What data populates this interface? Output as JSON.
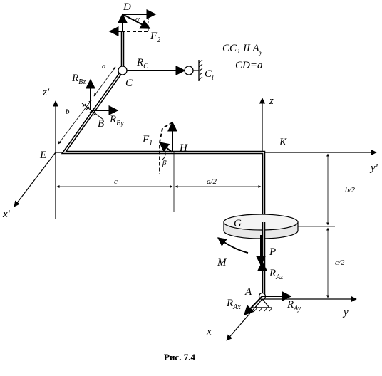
{
  "figure": {
    "caption": "Рис. 7.4",
    "condition_1": "CC₁ II A",
    "condition_1_sub": "y",
    "condition_2": "CD=a"
  },
  "points": {
    "A": "A",
    "B": "B",
    "C": "C",
    "C1": "C",
    "C1_sub": "l",
    "D": "D",
    "E": "E",
    "G": "G",
    "H": "H",
    "K": "K"
  },
  "axes": {
    "x": "x",
    "y": "y",
    "z": "z",
    "x_prime": "x'",
    "y_prime": "y'",
    "z_prime": "z'"
  },
  "forces": {
    "F1": "F",
    "F1_sub": "1",
    "F2": "F",
    "F2_sub": "2",
    "RC": "R",
    "RC_sub": "C",
    "RBz": "R",
    "RBz_sub": "Bz",
    "RBy": "R",
    "RBy_sub": "By",
    "RAz": "R",
    "RAz_sub": "Az",
    "RAy": "R",
    "RAy_sub": "Ay",
    "RAx": "R",
    "RAx_sub": "Ax",
    "P": "P",
    "M": "M"
  },
  "dimensions": {
    "a": "a",
    "b": "b",
    "c": "c",
    "half_a": "a/2",
    "half_b": "b/2",
    "half_c": "c/2"
  },
  "angles": {
    "alpha": "α",
    "beta": "β"
  }
}
